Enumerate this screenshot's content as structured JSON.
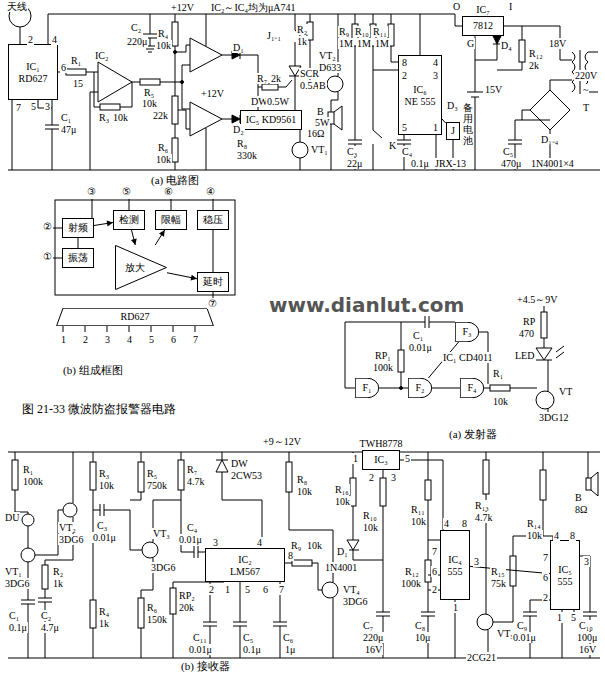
{
  "diagram": {
    "caption": "图 21-33 微波防盗报警器电路",
    "nodes": [
      {
        "text": [
          "IC₁",
          "RD627"
        ]
      },
      {
        "text": [
          "IC₅ KD9561"
        ]
      },
      {
        "text": [
          "IC₆",
          "NE 555"
        ]
      },
      {
        "text": [
          "J"
        ]
      },
      {
        "text": [
          "IC₇",
          "7812"
        ]
      },
      {
        "text": [
          "射频"
        ]
      },
      {
        "text": [
          "振荡"
        ]
      },
      {
        "text": [
          "检测"
        ]
      },
      {
        "text": [
          "放大"
        ]
      },
      {
        "text": [
          "限幅"
        ]
      },
      {
        "text": [
          "稳压"
        ]
      },
      {
        "text": [
          "延时"
        ]
      },
      {
        "text": [
          "RD627"
        ]
      },
      {
        "text": [
          "F₁"
        ]
      },
      {
        "text": [
          "F₂"
        ]
      },
      {
        "text": [
          "F₃"
        ]
      },
      {
        "text": [
          "F₄"
        ]
      },
      {
        "text": [
          "IC₂",
          "LM567"
        ]
      },
      {
        "text": [
          "TWH8778",
          "IC₃"
        ]
      },
      {
        "text": [
          "IC₄",
          "555"
        ]
      },
      {
        "text": [
          "IC₅",
          "555"
        ]
      }
    ],
    "edges": [
      {
        "from": 5,
        "to": 7,
        "arrow": "to"
      },
      {
        "from": 7,
        "to": 8,
        "arrow": "to"
      },
      {
        "from": 8,
        "to": 9,
        "arrow": "to"
      },
      {
        "from": 8,
        "to": 11,
        "arrow": "to"
      },
      {
        "from": 13,
        "to": 14,
        "arrow": "none"
      },
      {
        "from": 14,
        "to": 15,
        "arrow": "none"
      },
      {
        "from": 14,
        "to": 16,
        "arrow": "none"
      },
      {
        "from": 2,
        "to": 3,
        "arrow": "none"
      },
      {
        "from": 19,
        "to": 20,
        "arrow": "none"
      }
    ],
    "labels": [
      "天线",
      "2",
      "4",
      "6",
      "7",
      "5",
      "3",
      "C₁",
      "47μ",
      "R₁",
      "15",
      "IC₂",
      "R₃",
      "10k",
      "C₂",
      "220μ",
      "+12V",
      "IC₂～IC₄均为μA741",
      "R₄",
      "10k",
      "R₅",
      "10k",
      "22k",
      "R₆",
      "10k",
      "D₁",
      "D₂",
      "+12V",
      "R₇",
      "2k",
      "J₁₋₁",
      "R₂",
      "1k",
      "SCR",
      "0.5A",
      "DW",
      "0.5W",
      "R₈",
      "330k",
      "VT₁",
      "VT₂",
      "D633",
      "B",
      "B",
      "5W",
      "16Ω",
      "R₉",
      "1M",
      "R₁₀",
      "1M",
      "R₁₁",
      "1M",
      "C₃",
      "22μ",
      "K",
      "8",
      "4",
      "3",
      "2",
      "5",
      "1",
      "C₄",
      "0.1μ",
      "D₃",
      "JRX-13",
      "O",
      "I",
      "G",
      "D₄",
      "R₁₂",
      "2k",
      "15V",
      "备用电池",
      "C₅",
      "470μ",
      "18V",
      "220V",
      "~",
      "T",
      "D₁₋₄",
      "1N4001×4",
      "(a) 电路图",
      "③",
      "⑤",
      "⑥",
      "④",
      "②",
      "①",
      "⑦",
      "1",
      "2",
      "3",
      "4",
      "5",
      "6",
      "7",
      "(b) 组成框图",
      "+4.5～9V",
      "RP",
      "470",
      "LED",
      "C₁",
      "0.01μ",
      "RP₁",
      "100k",
      "IC₁",
      "CD4011",
      "R₁",
      "10k",
      "VT",
      "3DG12",
      "(a) 发射器",
      "www.dianlut.com",
      "+9～12V",
      "1",
      "2",
      "3",
      "5",
      "R₁",
      "100k",
      "DU",
      "VT₁",
      "3DG6",
      "VT₂",
      "3DG6",
      "R₂",
      "1k",
      "C₁",
      "0.1μ",
      "C₂",
      "4.7μ",
      "R₃",
      "10k",
      "C₃",
      "0.01μ",
      "R₄",
      "1k",
      "R₅",
      "750k",
      "VT₃",
      "3DG6",
      "R₆",
      "150k",
      "R₇",
      "4.7k",
      "C₄",
      "0.01μ",
      "DW",
      "2CW53",
      "3",
      "4",
      "8",
      "2",
      "1",
      "5",
      "6",
      "7",
      "RP₂",
      "20k",
      "C₁₁",
      "0.01μ",
      "C₅",
      "0.1μ",
      "C₆",
      "1μ",
      "R₈",
      "10k",
      "R₉",
      "10k",
      "VT₄",
      "3DG6",
      "R₁₆",
      "10k",
      "D₁",
      "1N4001",
      "R₁₀",
      "10k",
      "C₇",
      "220μ",
      "16V",
      "R₁₁",
      "10k",
      "R₁₂",
      "100k",
      "C₈",
      "10μ",
      "4",
      "8",
      "7",
      "6",
      "2",
      "3",
      "1",
      "R₁₃",
      "4.7k",
      "R₁₅",
      "75k",
      "VT₅",
      "2CG21",
      "R₁₄",
      "10k",
      "C₉",
      "0.01μ",
      "4",
      "8",
      "7",
      "6",
      "2",
      "3",
      "1",
      "5",
      "B",
      "8Ω",
      "C₁₀",
      "100μ",
      "16V",
      "(b) 接收器"
    ]
  }
}
